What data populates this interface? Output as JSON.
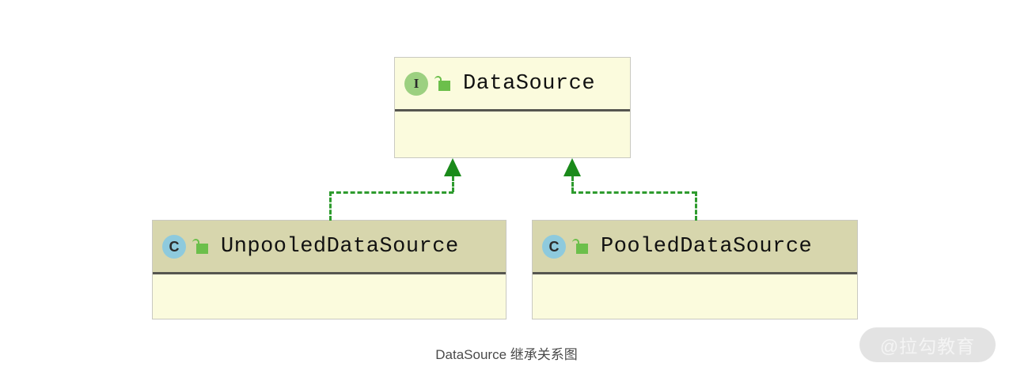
{
  "diagram": {
    "caption": "DataSource 继承关系图",
    "nodes": [
      {
        "id": "datasource",
        "name": "DataSource",
        "stereotype": "interface",
        "badge_letter": "I",
        "visibility_icon": "unlocked-padlock-icon",
        "members": []
      },
      {
        "id": "unpooled",
        "name": "UnpooledDataSource",
        "stereotype": "class",
        "badge_letter": "C",
        "visibility_icon": "unlocked-padlock-icon",
        "members": []
      },
      {
        "id": "pooled",
        "name": "PooledDataSource",
        "stereotype": "class",
        "badge_letter": "C",
        "visibility_icon": "unlocked-padlock-icon",
        "members": []
      }
    ],
    "edges": [
      {
        "from": "unpooled",
        "to": "datasource",
        "type": "realization",
        "style": "dashed",
        "arrow": "hollow-triangle-filled"
      },
      {
        "from": "pooled",
        "to": "datasource",
        "type": "realization",
        "style": "dashed",
        "arrow": "hollow-triangle-filled"
      }
    ],
    "colors": {
      "interface_badge": "#9cd080",
      "class_badge": "#8ecadd",
      "class_header": "#d7d6ad",
      "box_body": "#fbfbdd",
      "box_border": "#c9c9c1",
      "separator": "#55554f",
      "connector": "#2e9b2e",
      "arrow": "#1a8a1a",
      "caption_text": "#4a4a4a"
    }
  },
  "watermark": {
    "text": "@拉勾教育"
  }
}
